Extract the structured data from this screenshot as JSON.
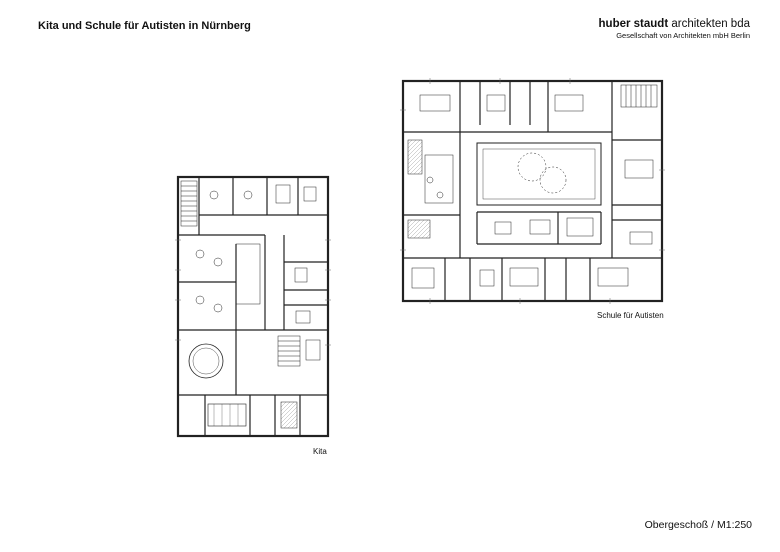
{
  "header": {
    "title": "Kita und Schule für Autisten in Nürnberg",
    "firm_bold": "huber staudt",
    "firm_rest": "architekten bda",
    "firm_subtitle": "Gesellschaft von Architekten mbH Berlin"
  },
  "labels": {
    "kita": "Kita",
    "schule": "Schule für Autisten"
  },
  "footer": {
    "scale": "Obergeschoß / M1:250"
  },
  "colors": {
    "ink": "#111111",
    "wall": "#222222",
    "light": "#888888",
    "hatch": "#bbbbbb",
    "background": "#ffffff"
  }
}
